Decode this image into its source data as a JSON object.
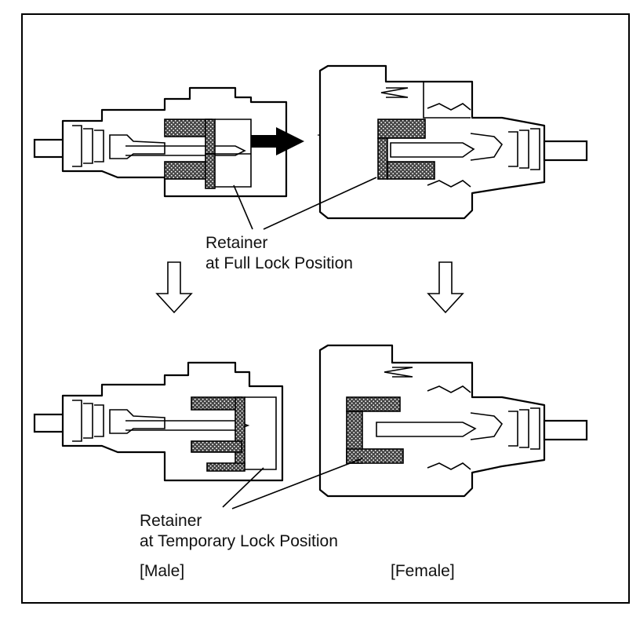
{
  "labels": {
    "retainer_full": "Retainer",
    "retainer_full_pos": "at Full Lock Position",
    "retainer_temp": "Retainer",
    "retainer_temp_pos": "at Temporary Lock Position",
    "male": "[Male]",
    "female": "[Female]"
  },
  "icons": {
    "engage_arrows": "arrow-right-icon / arrow-left-icon",
    "step_arrows": "arrow-down-outline-icon"
  },
  "colors": {
    "line": "#000000",
    "background": "#ffffff"
  }
}
